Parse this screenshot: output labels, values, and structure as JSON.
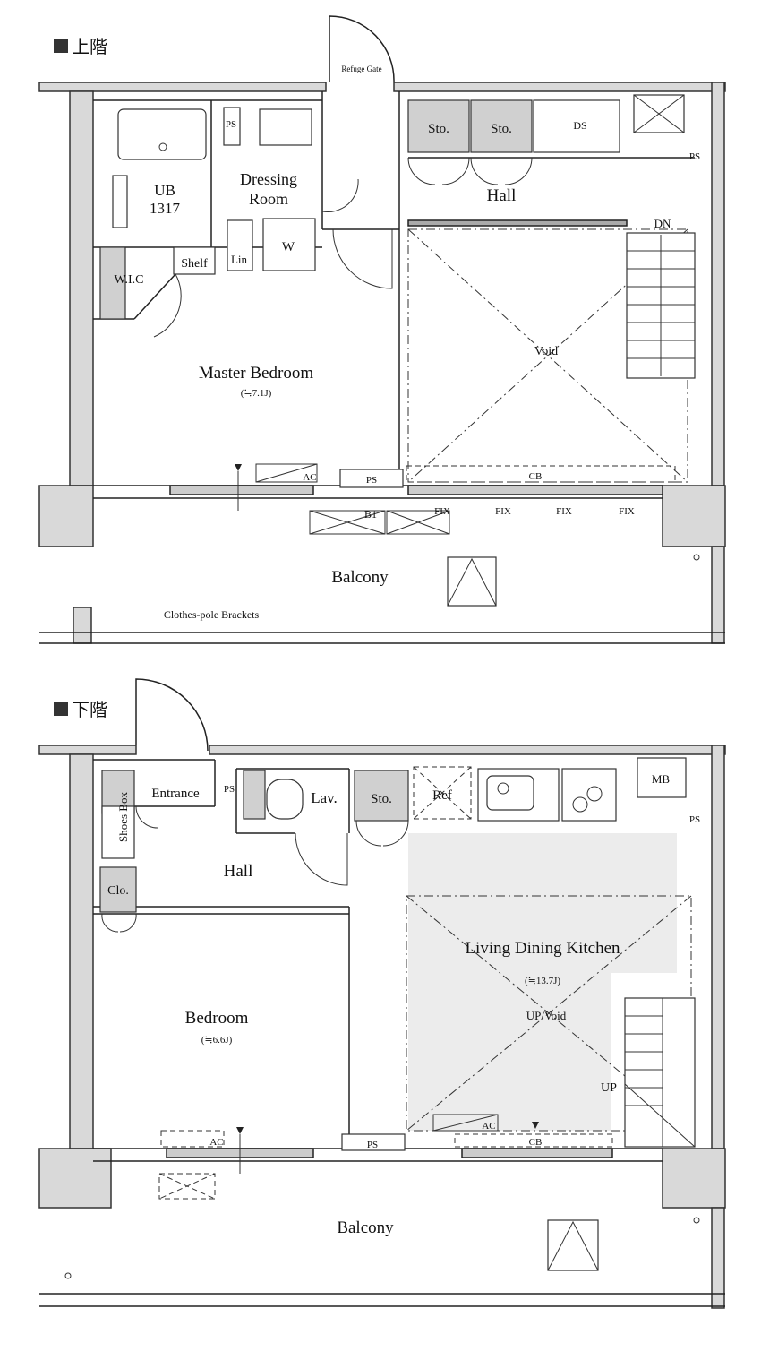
{
  "upper_floor": {
    "heading": "上階",
    "labels": {
      "refuge_gate": "Refuge Gate",
      "ps_bath": "PS",
      "sto1": "Sto.",
      "sto2": "Sto.",
      "ds": "DS",
      "ps_corner": "PS",
      "ub": "UB",
      "ub_size": "1317",
      "dressing": "Dressing",
      "room": "Room",
      "hall": "Hall",
      "dn": "DN",
      "w": "W",
      "lin": "Lin",
      "shelf": "Shelf",
      "wic": "W.I.C",
      "void": "Void",
      "master_bedroom": "Master Bedroom",
      "master_area": "(≒7.1J)",
      "ac": "AC",
      "ps_window": "PS",
      "cb": "CB",
      "b1": "B1",
      "fix1": "FIX",
      "fix2": "FIX",
      "fix3": "FIX",
      "fix4": "FIX",
      "balcony": "Balcony",
      "clothes_pole": "Clothes-pole Brackets"
    }
  },
  "lower_floor": {
    "heading": "下階",
    "labels": {
      "mb": "MB",
      "ps_entrance": "PS",
      "entrance": "Entrance",
      "shoes_box": "Shoes Box",
      "lav": "Lav.",
      "sto": "Sto.",
      "ref": "Ref",
      "ps_corner": "PS",
      "hall": "Hall",
      "clo": "Clo.",
      "ldk": "Living Dining Kitchen",
      "ldk_area": "(≒13.7J)",
      "up_void": "UP/Void",
      "bedroom": "Bedroom",
      "bedroom_area": "(≒6.6J)",
      "up": "UP",
      "ac_bedroom": "AC",
      "ac_ldk": "AC",
      "cb": "CB",
      "ps_window": "PS",
      "balcony": "Balcony"
    }
  }
}
